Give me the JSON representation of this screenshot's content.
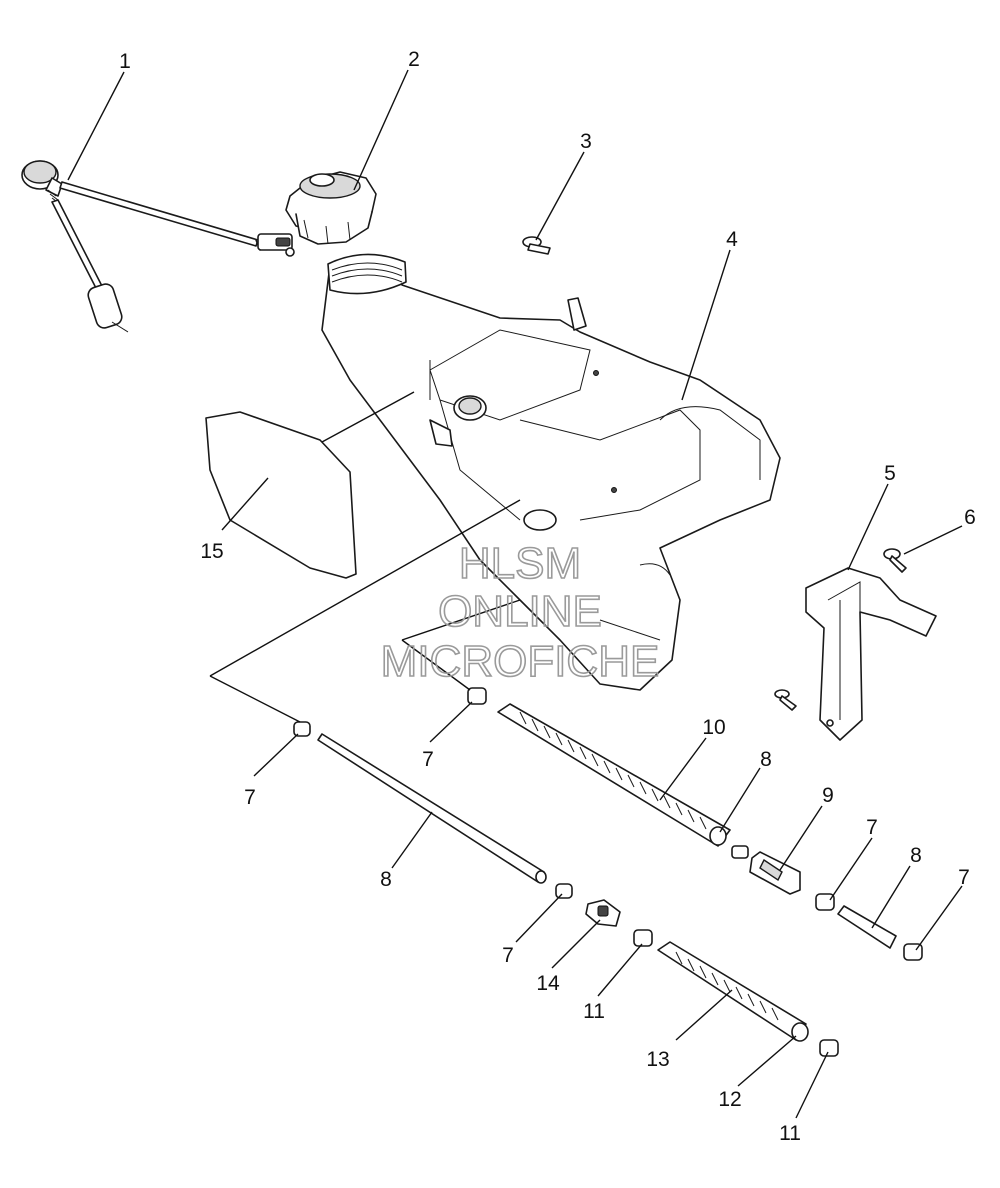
{
  "callouts": [
    {
      "id": "1",
      "label": "1"
    },
    {
      "id": "2",
      "label": "2"
    },
    {
      "id": "3",
      "label": "3"
    },
    {
      "id": "4",
      "label": "4"
    },
    {
      "id": "5",
      "label": "5"
    },
    {
      "id": "6",
      "label": "6"
    },
    {
      "id": "7a",
      "label": "7"
    },
    {
      "id": "7b",
      "label": "7"
    },
    {
      "id": "7c",
      "label": "7"
    },
    {
      "id": "7d",
      "label": "7"
    },
    {
      "id": "7e",
      "label": "7"
    },
    {
      "id": "8a",
      "label": "8"
    },
    {
      "id": "8b",
      "label": "8"
    },
    {
      "id": "8c",
      "label": "8"
    },
    {
      "id": "9",
      "label": "9"
    },
    {
      "id": "10",
      "label": "10"
    },
    {
      "id": "11a",
      "label": "11"
    },
    {
      "id": "11b",
      "label": "11"
    },
    {
      "id": "12",
      "label": "12"
    },
    {
      "id": "13",
      "label": "13"
    },
    {
      "id": "14",
      "label": "14"
    },
    {
      "id": "15",
      "label": "15"
    }
  ],
  "watermark": {
    "line1": "HLSM",
    "line2": "ONLINE",
    "line3": "MICROFICHE"
  }
}
